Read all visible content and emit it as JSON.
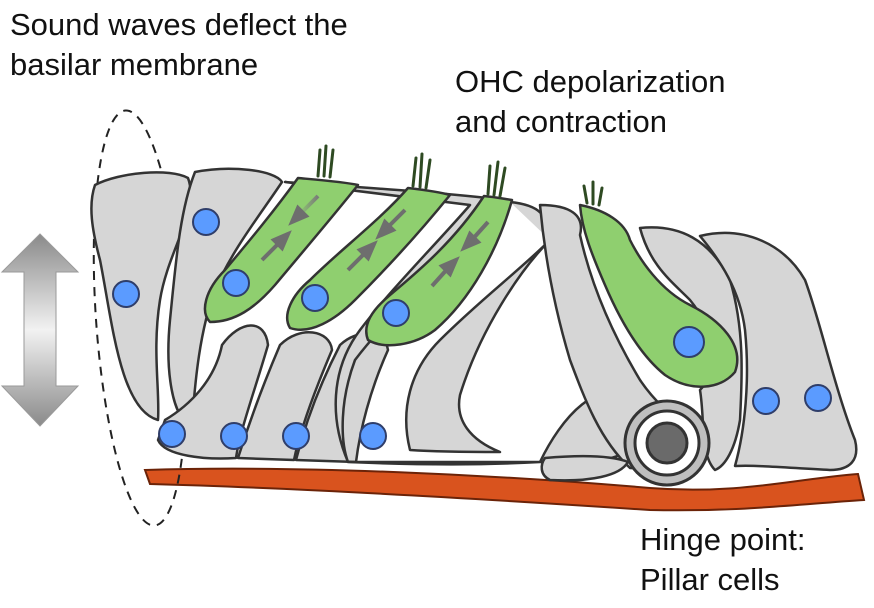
{
  "labels": {
    "sound_waves": {
      "line1": "Sound waves deflect the",
      "line2": "basilar membrane"
    },
    "ohc": {
      "line1": "OHC depolarization",
      "line2": "and contraction"
    },
    "hinge": {
      "line1": "Hinge point:",
      "line2": "Pillar cells"
    }
  },
  "colors": {
    "support_cell": "#d6d6d6",
    "outer_hair_cell": "#8fcf6f",
    "nucleus": "#5b9bff",
    "basilar_membrane": "#d9531e",
    "outline": "#333333",
    "arrow": "#7a7a7a"
  }
}
